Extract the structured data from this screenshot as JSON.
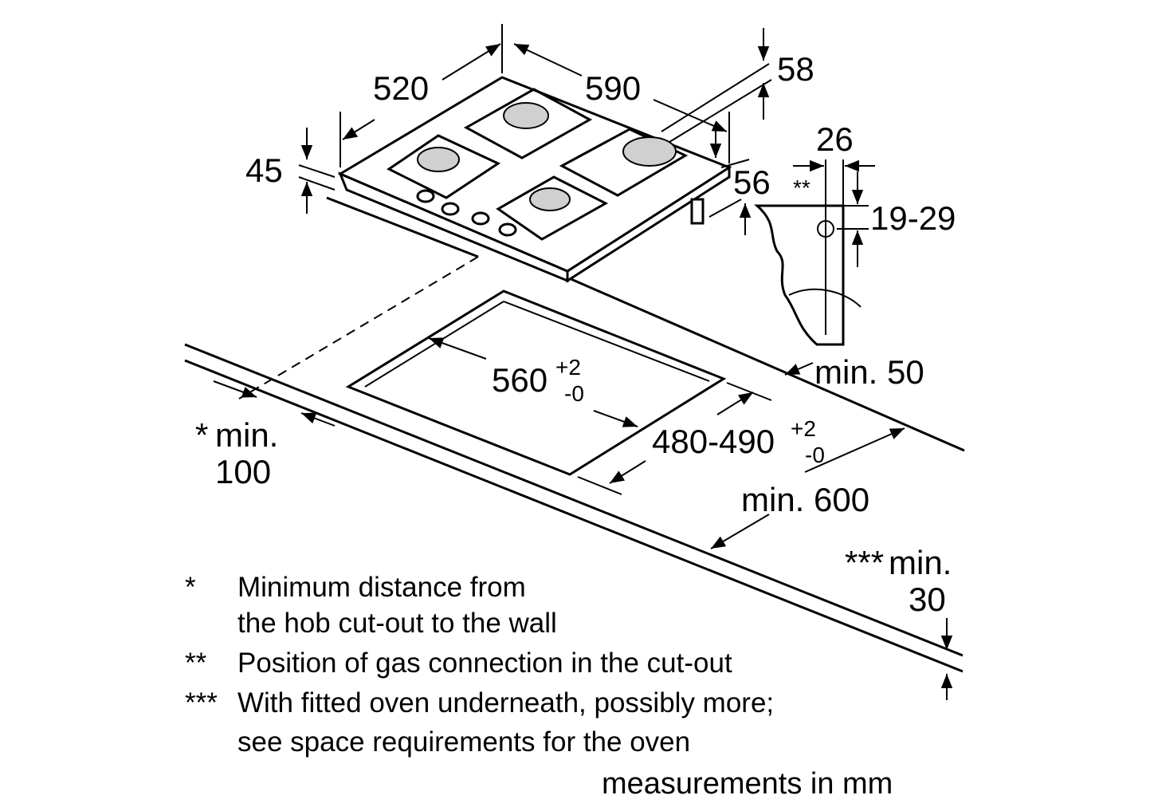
{
  "dimensions": {
    "depth": "520",
    "width": "590",
    "height_top": "58",
    "thickness": "45",
    "leg_height": "56",
    "gas_offset": "26",
    "gas_marker": "**",
    "gas_height": "19-29",
    "min_back": "min. 50",
    "cutout_width": "560",
    "cutout_width_tol_plus": "+2",
    "cutout_width_tol_minus": "-0",
    "cutout_depth": "480-490",
    "cutout_depth_tol_plus": "+2",
    "cutout_depth_tol_minus": "-0",
    "wall_marker": "*",
    "wall_min_label": "min.",
    "wall_min_value": "100",
    "min_depth": "min. 600",
    "oven_marker": "***",
    "oven_min_label": "min.",
    "oven_min_value": "30"
  },
  "notes": [
    {
      "marker": "*",
      "lines": [
        "Minimum distance from",
        "the hob cut-out to the wall"
      ]
    },
    {
      "marker": "**",
      "lines": [
        "Position of gas connection in the cut-out"
      ]
    },
    {
      "marker": "***",
      "lines": [
        "With fitted oven underneath, possibly more;",
        "see space requirements for the oven"
      ]
    }
  ],
  "units": "measurements in mm"
}
